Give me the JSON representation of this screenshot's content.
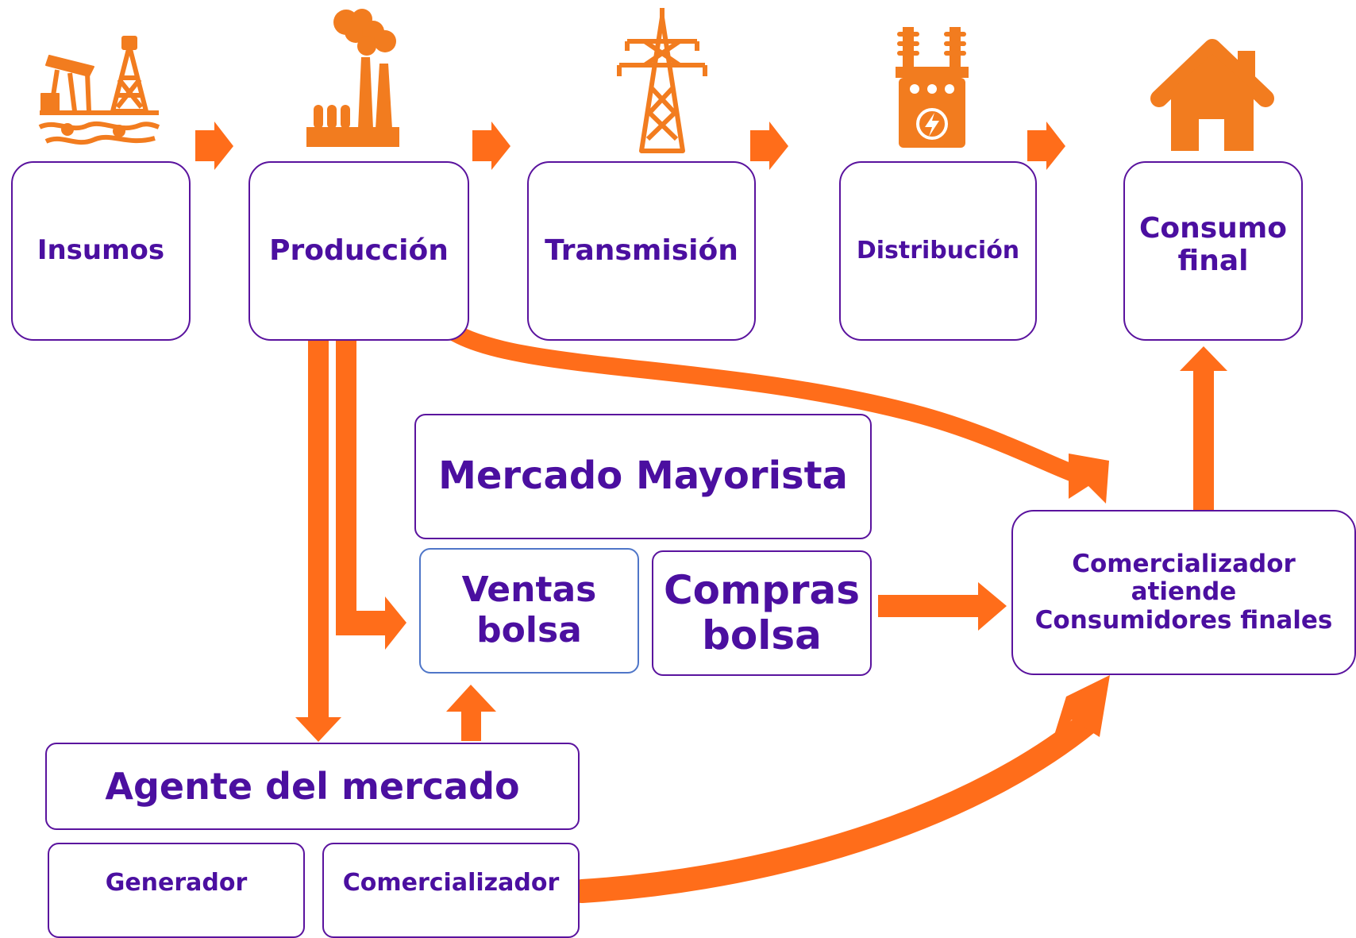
{
  "colors": {
    "arrow": "#ff6d1a",
    "icon": "#f27c1f",
    "text": "#4b0fa0",
    "border": "#5a139e",
    "ventas_border": "#4f76c8"
  },
  "icons": [
    "oil-rig-icon",
    "factory-icon",
    "power-tower-icon",
    "transformer-icon",
    "house-icon"
  ],
  "chain": {
    "insumos": "Insumos",
    "produccion": "Producción",
    "transmision": "Transmisión",
    "distribucion": "Distribución",
    "consumo": "Consumo\nfinal"
  },
  "mercado": {
    "title": "Mercado Mayorista",
    "ventas": "Ventas\nbolsa",
    "compras": "Compras\nbolsa"
  },
  "comercializador_final": "Comercializador\natiende\nConsumidores finales",
  "agente": {
    "title": "Agente del mercado",
    "generador": "Generador",
    "comercializador": "Comercializador"
  }
}
